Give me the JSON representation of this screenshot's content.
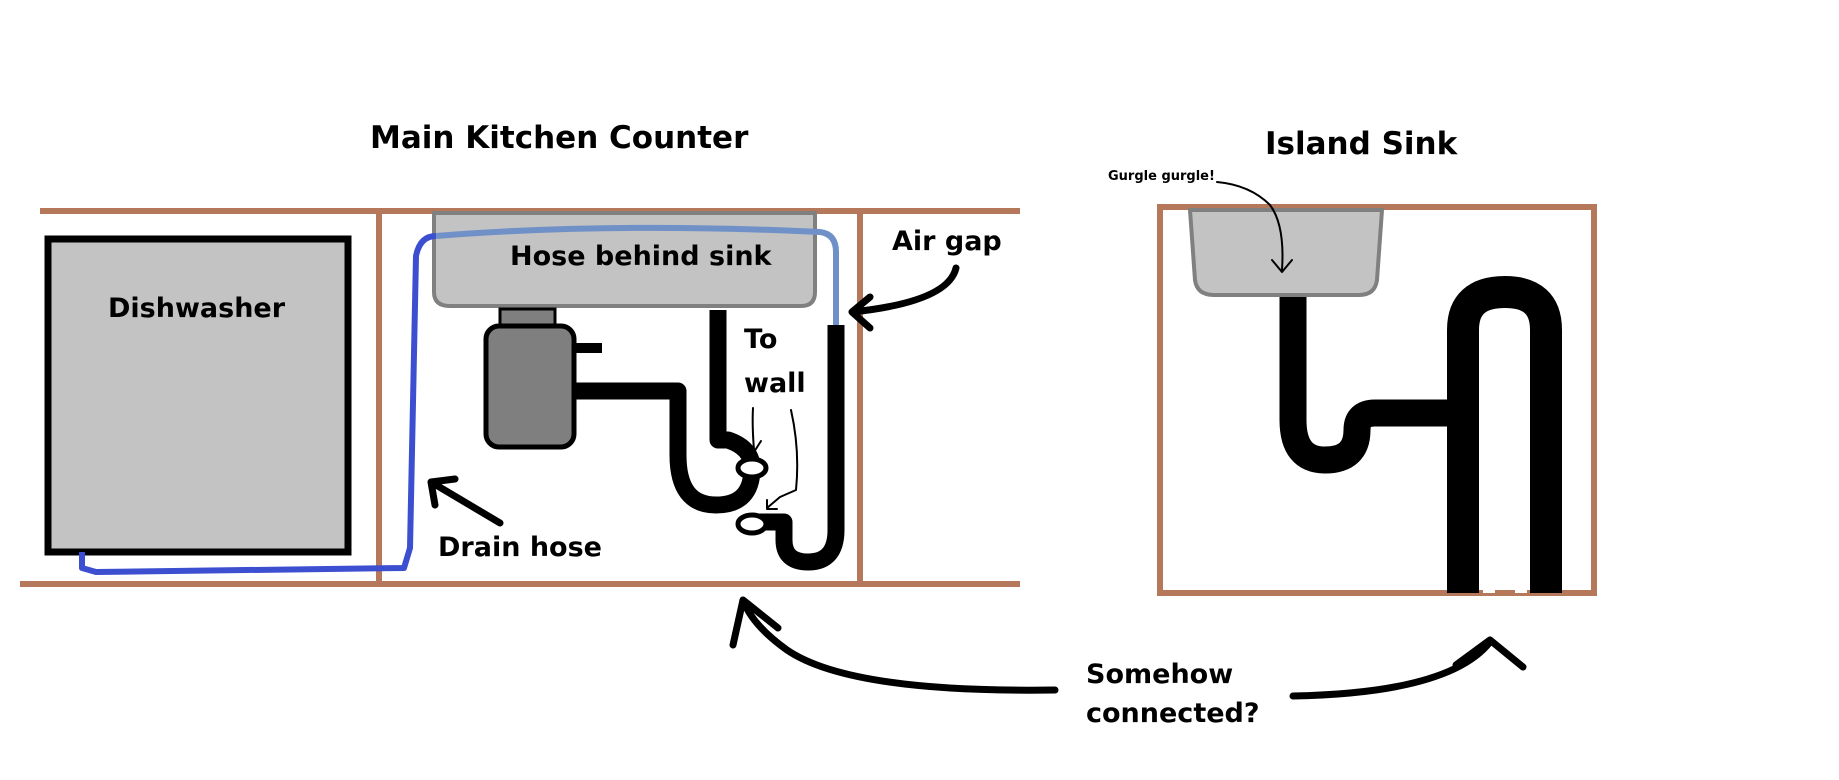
{
  "labels": {
    "main_counter": "Main Kitchen Counter",
    "island_sink": "Island Sink",
    "dishwasher": "Dishwasher",
    "hose_behind_sink": "Hose behind sink",
    "air_gap": "Air gap",
    "to_wall_1": "To",
    "to_wall_2": "wall",
    "drain_hose": "Drain hose",
    "gurgle": "Gurgle gurgle!",
    "somehow_1": "Somehow",
    "somehow_2": "connected?"
  },
  "colors": {
    "wood": "#b5785a",
    "hose": "#3c4fd0",
    "hose_behind": "#7090c8",
    "pipe": "#000000",
    "sink_fill": "#c3c3c3",
    "sink_border": "#808080",
    "disposal_fill": "#7f7f7f",
    "dishwasher_fill": "#c3c3c3"
  }
}
